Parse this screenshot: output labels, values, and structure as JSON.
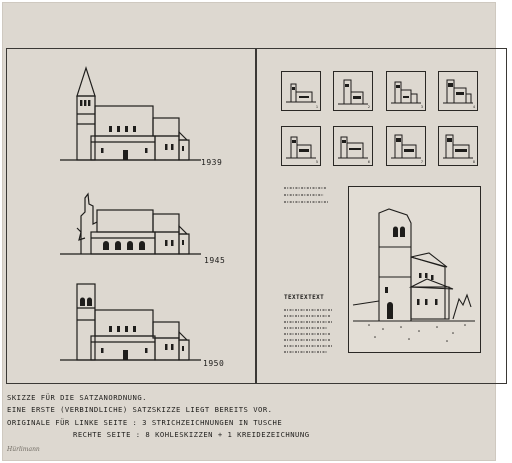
{
  "years": [
    "1939",
    "1945",
    "1950"
  ],
  "thumbnail_numbers": [
    "1",
    "2",
    "3",
    "4",
    "5",
    "6",
    "7",
    "8"
  ],
  "text_heading": "TEXTEXTEXT",
  "captions": [
    "Skizze für die Satzanordnung.",
    "Eine erste (verbindliche) Satzskizze liegt bereits vor.",
    "Originale für linke Seite : 3 Strichzeichnungen in Tusche",
    "Rechte Seite : 8 Kohleskizzen + 1 Kreidezeichnung"
  ],
  "signature": "Hürlimann"
}
